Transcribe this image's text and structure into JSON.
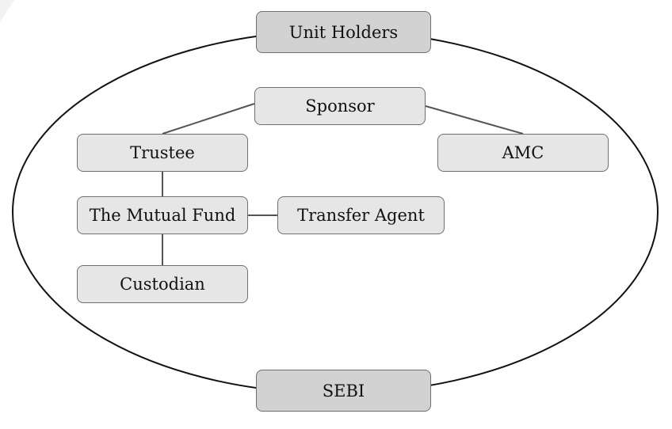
{
  "diagram": {
    "nodes": {
      "unit_holders": "Unit Holders",
      "sponsor": "Sponsor",
      "trustee": "Trustee",
      "amc": "AMC",
      "mutual_fund": "The Mutual Fund",
      "transfer_agent": "Transfer Agent",
      "custodian": "Custodian",
      "sebi": "SEBI"
    },
    "connections": [
      [
        "sponsor",
        "trustee"
      ],
      [
        "sponsor",
        "amc"
      ],
      [
        "trustee",
        "mutual_fund"
      ],
      [
        "mutual_fund",
        "transfer_agent"
      ],
      [
        "mutual_fund",
        "custodian"
      ]
    ],
    "boundary": [
      "unit_holders",
      "sebi"
    ],
    "colors": {
      "node_fill": "#e6e6e6",
      "boundary_node_fill": "#d2d2d2",
      "node_border": "#6f6f6f",
      "line": "#555555"
    }
  }
}
